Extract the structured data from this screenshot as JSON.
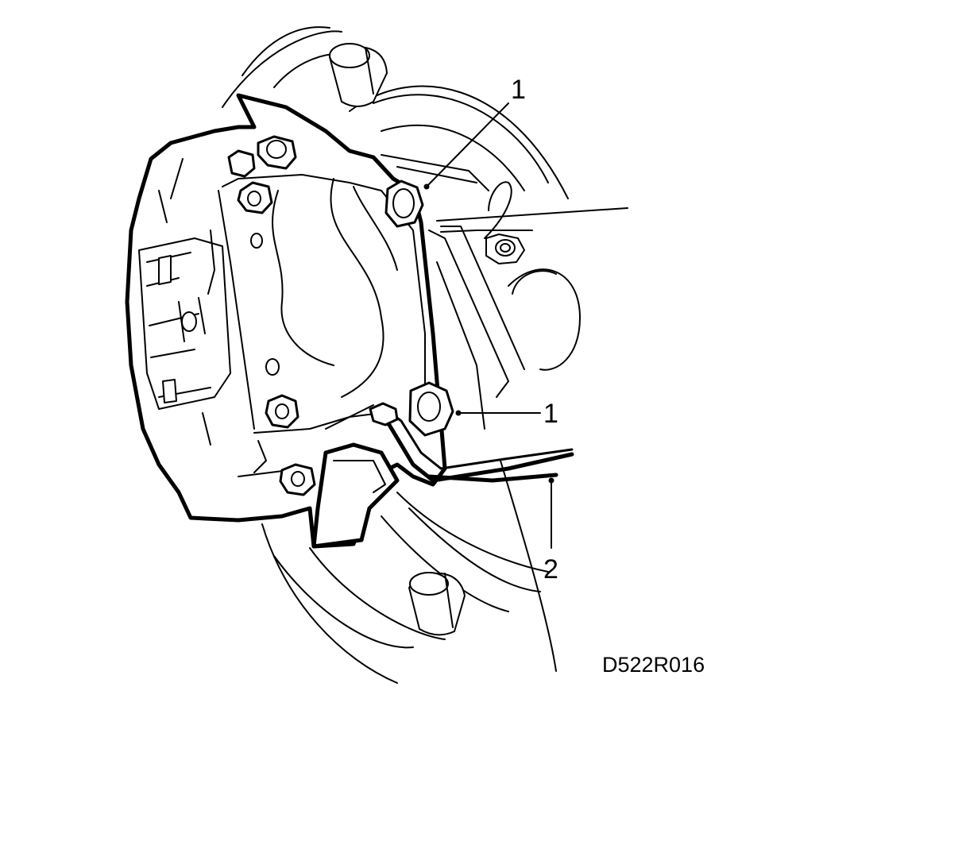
{
  "diagram": {
    "reference_code": "D522R016",
    "callouts": [
      {
        "id": "callout-1-upper",
        "label": "1"
      },
      {
        "id": "callout-1-lower",
        "label": "1"
      },
      {
        "id": "callout-2",
        "label": "2"
      }
    ]
  }
}
